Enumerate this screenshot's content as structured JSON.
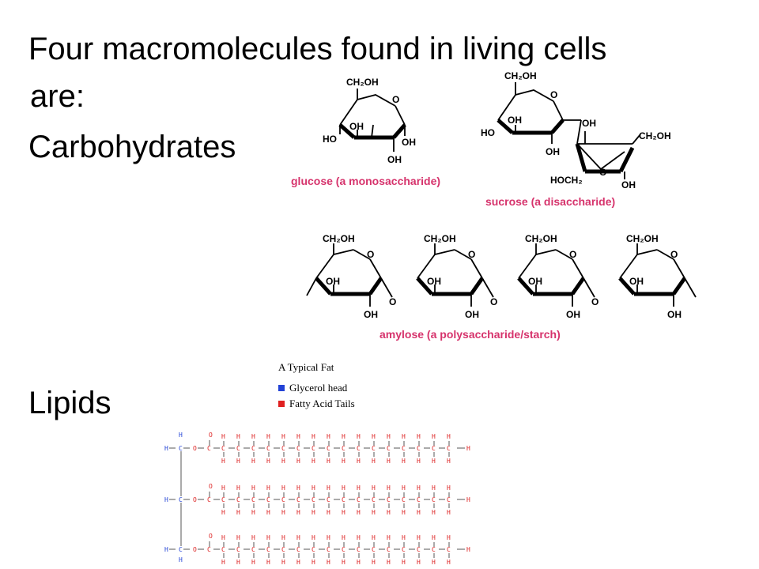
{
  "slide": {
    "line1": "Four macromolecules found in living cells",
    "line2": "are:",
    "carbohydrates": "Carbohydrates",
    "lipids": "Lipids"
  },
  "figures": {
    "glucose_caption": "glucose (a monosaccharide)",
    "sucrose_caption": "sucrose (a disaccharide)",
    "amylose_caption": "amylose (a polysaccharide/starch)",
    "atoms": {
      "ch2oh": "CH₂OH",
      "o": "O",
      "oh": "OH",
      "ho": "HO",
      "hoch2": "HOCH₂"
    },
    "fat": {
      "title": "A Typical Fat",
      "legend_glycerol": "Glycerol head",
      "legend_fatty": "Fatty Acid Tails",
      "colors": {
        "glycerol": "#2242d6",
        "fatty": "#e02020"
      }
    }
  },
  "colors": {
    "caption": "#d6336c",
    "text": "#000000"
  }
}
